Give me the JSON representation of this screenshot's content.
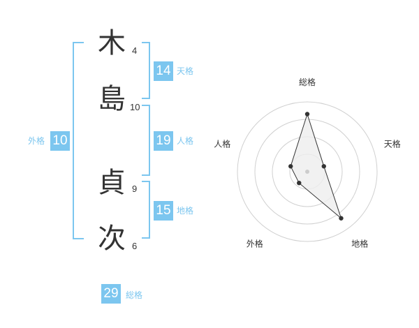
{
  "characters": [
    {
      "char": "木",
      "strokes": "4"
    },
    {
      "char": "島",
      "strokes": "10"
    },
    {
      "char": "貞",
      "strokes": "9"
    },
    {
      "char": "次",
      "strokes": "6"
    }
  ],
  "fortunes": {
    "tenkaku": {
      "value": "14",
      "label": "天格"
    },
    "jinkaku": {
      "value": "19",
      "label": "人格"
    },
    "chikaku": {
      "value": "15",
      "label": "地格"
    },
    "gaikaku": {
      "value": "10",
      "label": "外格"
    },
    "soukaku": {
      "value": "29",
      "label": "総格"
    }
  },
  "accent_color": "#7cc6ef",
  "chart_data": {
    "type": "radar",
    "axes": [
      "総格",
      "天格",
      "地格",
      "外格",
      "人格"
    ],
    "rings": 4,
    "r_max": 4,
    "values": [
      3.3,
      1.0,
      3.3,
      0.8,
      1.0
    ]
  }
}
